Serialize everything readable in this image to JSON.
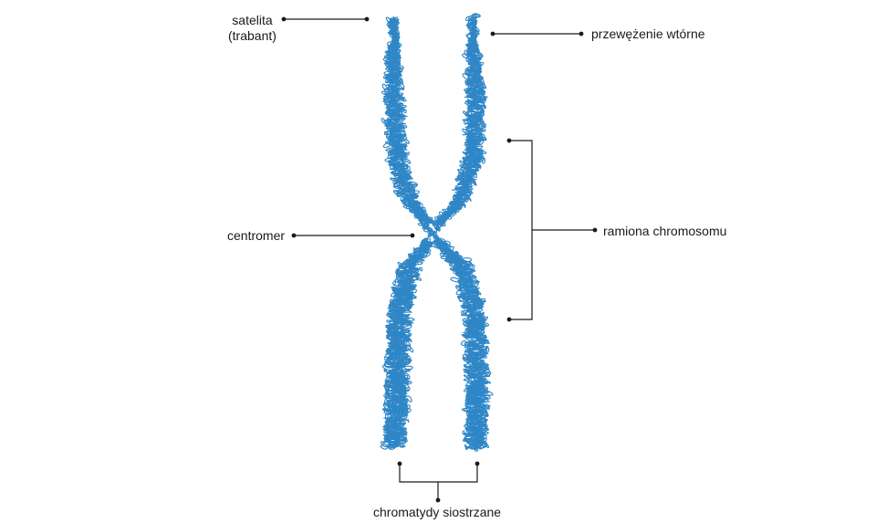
{
  "labels": {
    "satellite_line1": "satelita",
    "satellite_line2": "(trabant)",
    "secondary_constriction": "przewężenie wtórne",
    "centromere": "centromer",
    "chromosome_arms": "ramiona chromosomu",
    "sister_chromatids": "chromatydy siostrzane"
  },
  "colors": {
    "chromatin": "#2f86c6",
    "leader_line": "#1a1a1a",
    "background": "#ffffff"
  }
}
